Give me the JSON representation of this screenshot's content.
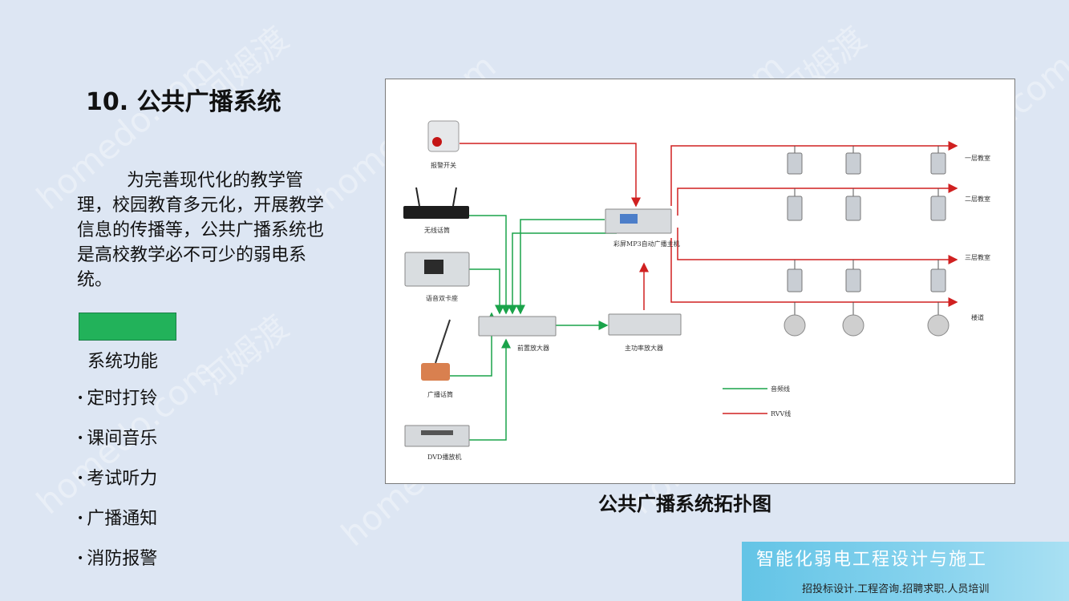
{
  "slide": {
    "title": "10. 公共广播系统",
    "paragraph": "为完善现代化的教学管理，校园教育多元化，开展教学信息的传播等，公共广播系统也是高校教学必不可少的弱电系统。",
    "functions_title": "系统功能",
    "functions": [
      "定时打铃",
      "课间音乐",
      "考试听力",
      "广播通知",
      "消防报警"
    ],
    "accent_color": "#22b25a"
  },
  "diagram": {
    "caption": "公共广播系统拓扑图",
    "labels": {
      "alarm_switch": "报警开关",
      "wireless_mic": "无线话筒",
      "cassette": "语音双卡座",
      "paging_mic": "广播话筒",
      "dvd": "DVD播放机",
      "pre_amp": "前置放大器",
      "power_amp": "主功率放大器",
      "host": "彩屏MP3自动广播主机",
      "floor1": "一层教室",
      "floor2": "二层教室",
      "floor3": "三层教室",
      "corridor": "楼道",
      "legend_audio": "音频线",
      "legend_rvv": "RVV线"
    },
    "colors": {
      "audio_line": "#1aa34a",
      "rvv_line": "#d02020"
    }
  },
  "banner": {
    "main": "智能化弱电工程设计与施工",
    "sub": "招投标设计.工程咨询.招聘求职.人员培训"
  },
  "watermarks": [
    "homedo.com",
    "河姆渡"
  ]
}
